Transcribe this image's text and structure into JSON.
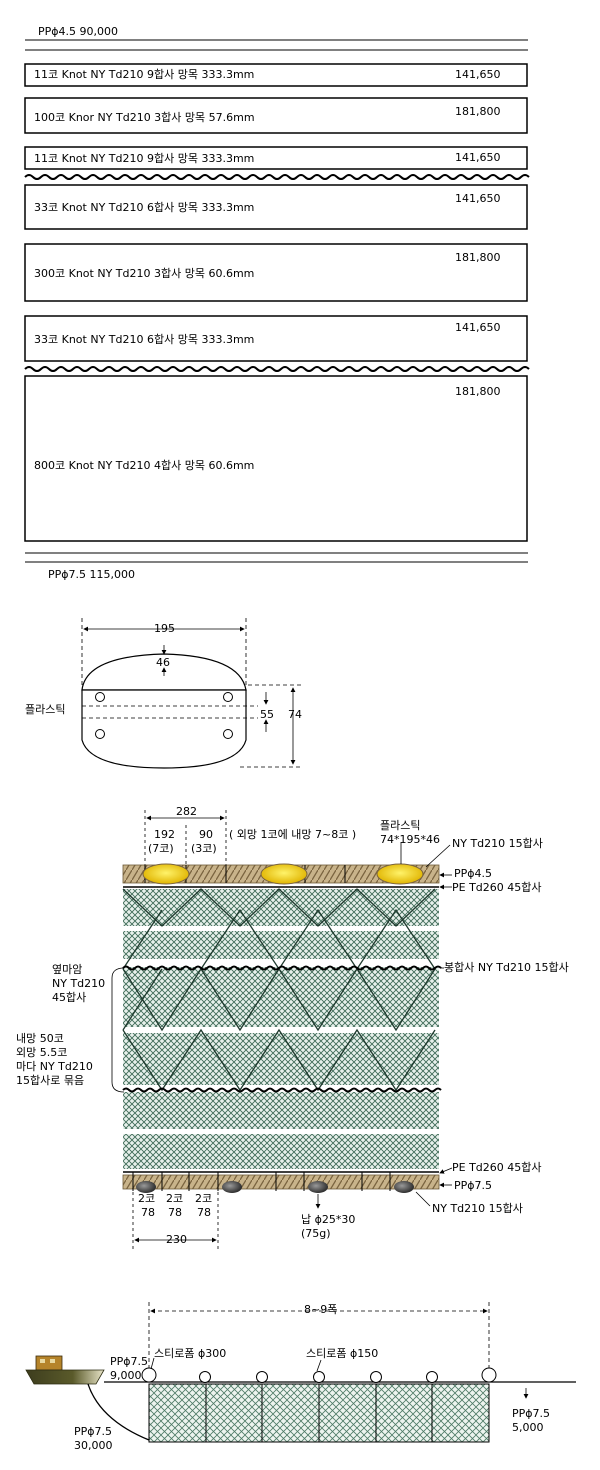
{
  "spec": {
    "top_rope": "PPϕ4.5   90,000",
    "bottom_rope": "PPϕ7.5   115,000",
    "panels": [
      {
        "desc": "11코   Knot NY Td210 9합사 망목 333.3mm",
        "value": "141,650"
      },
      {
        "desc": "100코   Knor NY Td210 3합사 망목 57.6mm",
        "value": "181,800"
      },
      {
        "desc": "11코   Knot NY Td210 9합사 망목 333.3mm",
        "value": "141,650"
      },
      {
        "desc": "33코   Knot NY Td210 6합사 망목 333.3mm",
        "value": "141,650"
      },
      {
        "desc": "300코   Knot NY Td210 3합사 망목 60.6mm",
        "value": "181,800"
      },
      {
        "desc": "33코   Knot NY Td210 6합사 망목 333.3mm",
        "value": "141,650"
      },
      {
        "desc": "800코   Knot NY Td210 4합사 망목 60.6mm",
        "value": "181,800"
      }
    ]
  },
  "float": {
    "width": "195",
    "top": "46",
    "inner": "55",
    "height": "74",
    "label": "플라스틱"
  },
  "net": {
    "dim_total": "282",
    "dim_a": "192",
    "dim_a_sub": "(7코)",
    "dim_b": "90",
    "dim_b_sub": "(3코)",
    "note": "( 외망 1코에  내망 7~8코 )",
    "float_label": "플라스틱",
    "float_size": "74*195*46",
    "ny_top": "NY Td210 15합사",
    "pp_top": "PPϕ4.5",
    "pe_top": "PE Td260 45합사",
    "side1": [
      "옆마암",
      "NY Td210",
      "45합사"
    ],
    "sew": "봉합사 NY Td210 15합사",
    "side2": [
      "내망 50코",
      "외망 5.5코",
      "마다 NY Td210",
      "15합사로 묶음"
    ],
    "pe_bottom": "PE Td260 45합사",
    "pp_bottom": "PPϕ7.5",
    "ny_bottom": "NY Td210 15합사",
    "sinker_cnt": [
      "2코",
      "2코",
      "2코"
    ],
    "sinker_len": [
      "78",
      "78",
      "78"
    ],
    "dim_230": "230",
    "sinker": "납 ϕ25*30",
    "sinker_w": "(75g)"
  },
  "deploy": {
    "span": "8~9폭",
    "styro_big": "스티로폼 ϕ300",
    "styro_small": "스티로폼 ϕ150",
    "rope_left": "PPϕ7.5",
    "rope_left_len": "9,000",
    "rope_lower": "PPϕ7.5",
    "rope_lower_len": "30,000",
    "rope_right": "PPϕ7.5",
    "rope_right_len": "5,000"
  }
}
